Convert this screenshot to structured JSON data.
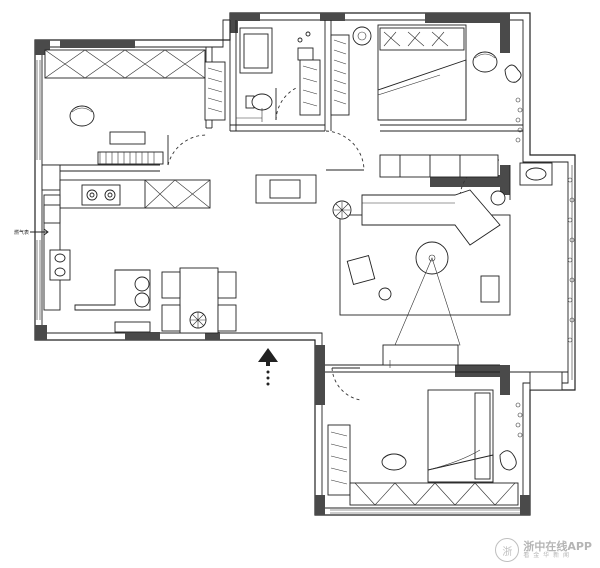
{
  "plan": {
    "gas_label": "燃气表",
    "entrance": "entry-arrow"
  },
  "watermark": {
    "logo": "浙",
    "main": "浙中在线APP",
    "sub": "看 金 华 新 闻"
  },
  "colors": {
    "wall": "#222222",
    "column": "#4a4a4a",
    "watermark": "#b5b5b5"
  }
}
